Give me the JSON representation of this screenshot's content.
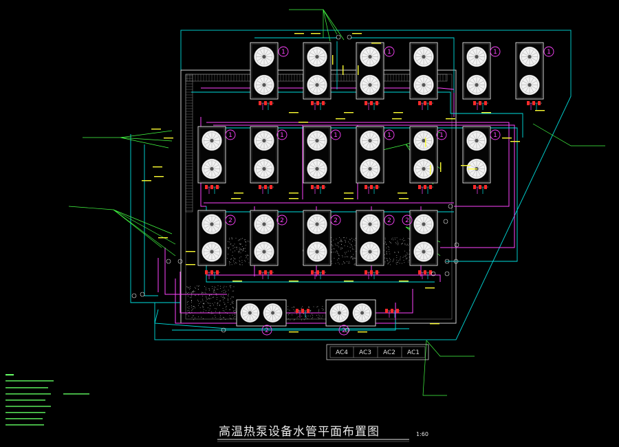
{
  "drawing": {
    "title": "高温热泵设备水管平面布置图",
    "scale": "1:60"
  },
  "cabinets": [
    "AC4",
    "AC3",
    "AC2",
    "AC1"
  ],
  "unit_numbers": [
    "1",
    "2"
  ],
  "colors": {
    "background": "#000000",
    "outline": "#00c8c8",
    "pipe_supply": "#ff44ff",
    "pipe_return": "#00e0e0",
    "unit_frame": "#e8e8e8",
    "leader_green": "#44ff44",
    "valve_red": "#ff2a2a",
    "label_yellow": "#ffff33"
  }
}
